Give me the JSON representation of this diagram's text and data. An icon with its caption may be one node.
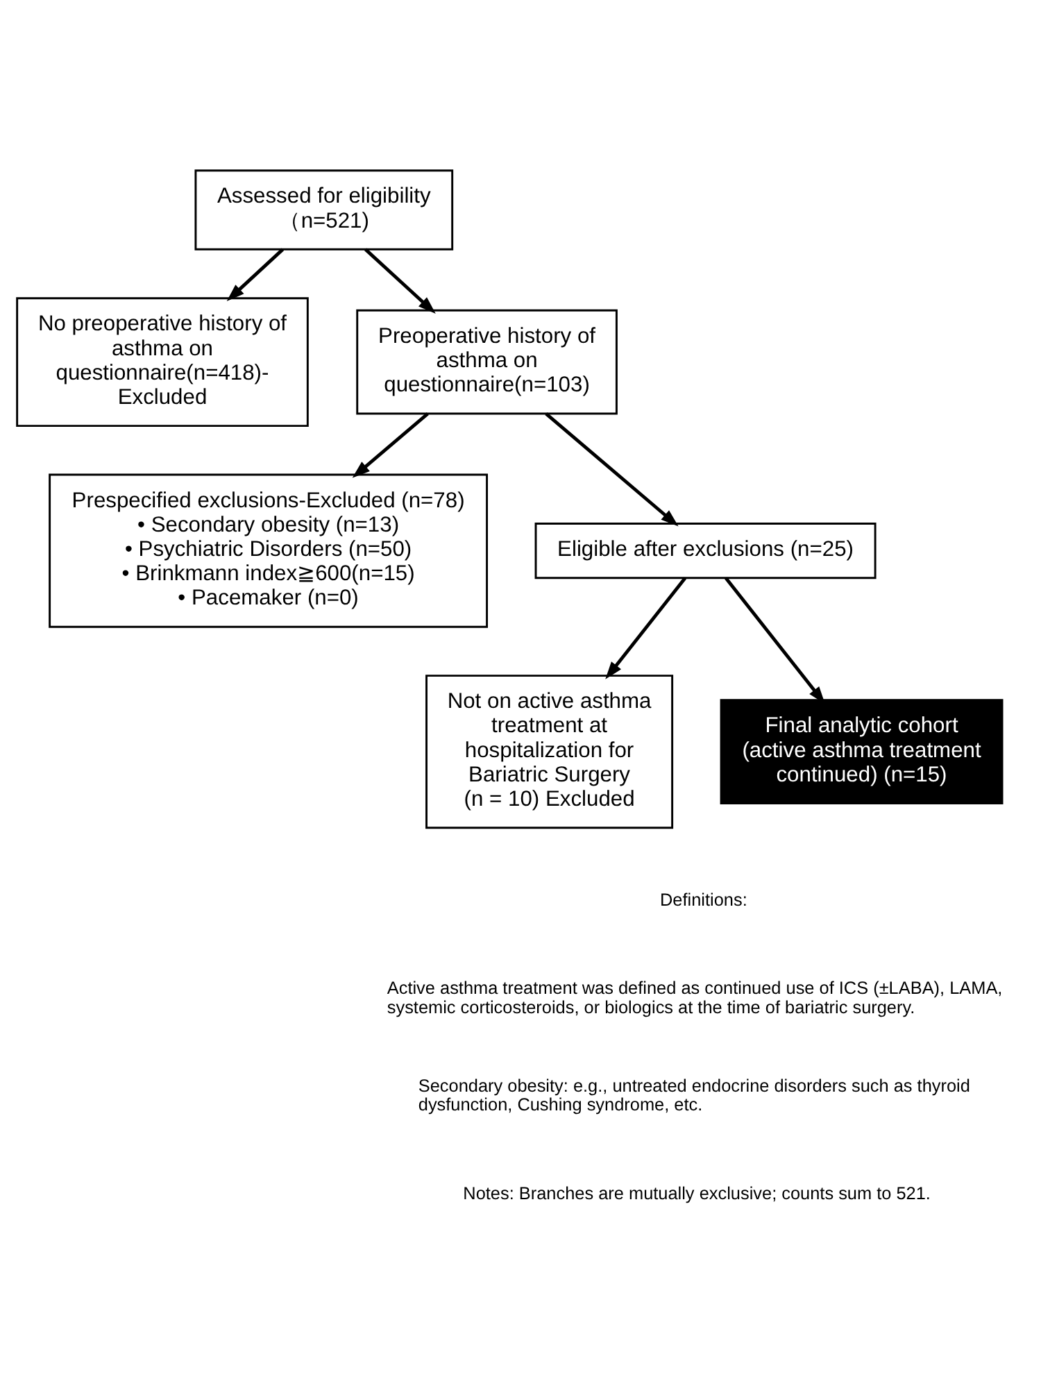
{
  "diagram": {
    "nodes": [
      {
        "text": [
          "Assessed for eligibility （n=521)"
        ]
      },
      {
        "text": [
          "No preoperative history of asthma on questionnaire(n=418)- Excluded"
        ]
      },
      {
        "text": [
          "Preoperative history of asthma on questionnaire(n=103)"
        ]
      },
      {
        "text": [
          "Prespecified exclusions-Excluded (n=78)",
          "• Secondary obesity (n=13)",
          "• Psychiatric Disorders (n=50)",
          "• Brinkmann index≧600(n=15)",
          "• Pacemaker (n=0)"
        ]
      },
      {
        "text": [
          "Eligible after exclusions (n=25)"
        ]
      },
      {
        "text": [
          "Not on active asthma treatment at hospitalization for Bariatric Surgery",
          "(n = 10) Excluded"
        ]
      },
      {
        "text": [
          "Final analytic cohort (active asthma treatment continued) (n=15)"
        ]
      }
    ],
    "edges": [
      {
        "from": 0,
        "to": 1,
        "arrow": "to"
      },
      {
        "from": 0,
        "to": 2,
        "arrow": "to"
      },
      {
        "from": 2,
        "to": 3,
        "arrow": "to"
      },
      {
        "from": 2,
        "to": 4,
        "arrow": "to"
      },
      {
        "from": 4,
        "to": 5,
        "arrow": "to"
      },
      {
        "from": 4,
        "to": 6,
        "arrow": "to"
      }
    ],
    "labels": [
      "Definitions:",
      "Active asthma treatment was defined as continued use of ICS (±LABA), LAMA, systemic corticosteroids, or biologics at the time of bariatric surgery.",
      "Secondary obesity: e.g., untreated endocrine disorders such as thyroid dysfunction, Cushing syndrome, etc.",
      "Notes: Branches are mutually exclusive; counts sum to 521."
    ]
  }
}
